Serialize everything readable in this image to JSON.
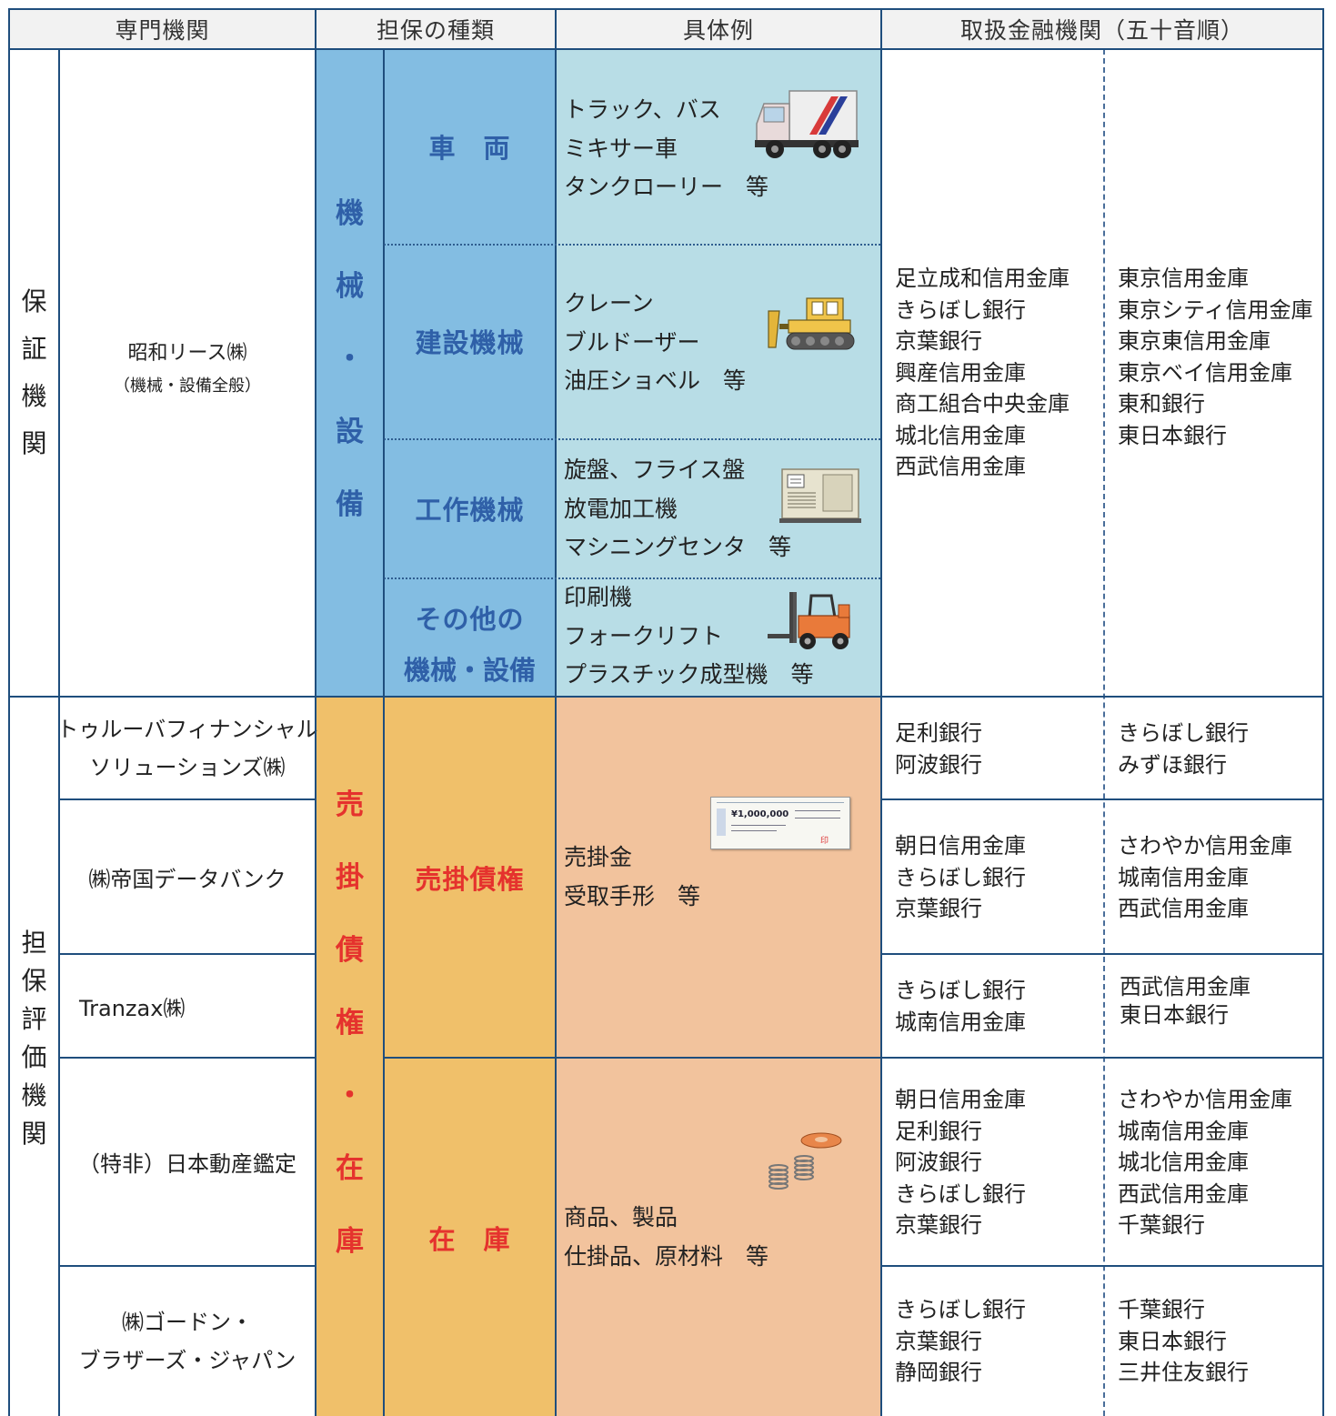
{
  "header": {
    "col1": "専門機関",
    "col2": "担保の種類",
    "col3": "具体例",
    "col4": "取扱金融機関（五十音順）"
  },
  "groups": {
    "guarantee": [
      "保",
      "証",
      "機",
      "関"
    ],
    "evaluation": [
      "担",
      "保",
      "評",
      "価",
      "機",
      "関"
    ]
  },
  "showa": {
    "name": "昭和リース㈱",
    "sub": "（機械・設備全般）"
  },
  "machinery_category": [
    "機",
    "械",
    "・",
    "設",
    "備"
  ],
  "receivables_category": [
    "売",
    "掛",
    "債",
    "権",
    "・",
    "在",
    "庫"
  ],
  "machinery_rows": [
    {
      "label": "車　両",
      "examples": [
        "トラック、バス",
        "ミキサー車",
        "タンクローリー　等"
      ],
      "icon": "truck-icon"
    },
    {
      "label": "建設機械",
      "examples": [
        "クレーン",
        "ブルドーザー",
        "油圧ショベル　等"
      ],
      "icon": "bulldozer-icon"
    },
    {
      "label": "工作機械",
      "examples": [
        "旋盤、フライス盤",
        "放電加工機",
        "マシニングセンタ　等"
      ],
      "icon": "generator-icon"
    },
    {
      "label1": "その他の",
      "label2": "機械・設備",
      "examples": [
        "印刷機",
        "フォークリフト",
        "プラスチック成型機　等"
      ],
      "icon": "forklift-icon"
    }
  ],
  "machinery_banks": {
    "left": [
      "足立成和信用金庫",
      "きらぼし銀行",
      "京葉銀行",
      "興産信用金庫",
      "商工組合中央金庫",
      "城北信用金庫",
      "西武信用金庫"
    ],
    "right": [
      "東京信用金庫",
      "東京シティ信用金庫",
      "東京東信用金庫",
      "東京ベイ信用金庫",
      "東和銀行",
      "東日本銀行"
    ]
  },
  "receivables": {
    "label": "売掛債権",
    "examples": [
      "売掛金",
      "受取手形　等"
    ],
    "icon": "bill-icon"
  },
  "inventory": {
    "label": "在　庫",
    "examples": [
      "商品、製品",
      "仕掛品、原材料　等"
    ],
    "icon": "springs-icon"
  },
  "eval_institutions": [
    {
      "line1": "トゥルーバフィナンシャル",
      "line2": "ソリューションズ㈱",
      "left": [
        "足利銀行",
        "阿波銀行"
      ],
      "right": [
        "きらぼし銀行",
        "みずほ銀行"
      ]
    },
    {
      "line1": "㈱帝国データバンク",
      "left": [
        "朝日信用金庫",
        "きらぼし銀行",
        "京葉銀行"
      ],
      "right": [
        "さわやか信用金庫",
        "城南信用金庫",
        "西武信用金庫"
      ]
    },
    {
      "line1": "Tranzax㈱",
      "left": [
        "きらぼし銀行",
        "城南信用金庫"
      ],
      "right": [
        "西武信用金庫",
        "東日本銀行"
      ]
    },
    {
      "line1": "（特非）日本動産鑑定",
      "left": [
        "朝日信用金庫",
        "足利銀行",
        "阿波銀行",
        "きらぼし銀行",
        "京葉銀行"
      ],
      "right": [
        "さわやか信用金庫",
        "城南信用金庫",
        "城北信用金庫",
        "西武信用金庫",
        "千葉銀行"
      ]
    },
    {
      "line1": "㈱ゴードン・",
      "line2": "ブラザーズ・ジャパン",
      "left": [
        "きらぼし銀行",
        "京葉銀行",
        "静岡銀行"
      ],
      "right": [
        "千葉銀行",
        "東日本銀行",
        "三井住友銀行"
      ]
    }
  ],
  "bill_text": {
    "amount": "¥1,000,000",
    "sign": "印"
  },
  "colors": {
    "header_bg": "#f2f2f2",
    "category_blue": "#83bde2",
    "example_blue": "#b8dde6",
    "category_orange": "#f0c06a",
    "example_peach": "#f2c39d",
    "border": "#1f4e7d",
    "blue_text": "#2f60a8",
    "red_text": "#e5322d"
  }
}
